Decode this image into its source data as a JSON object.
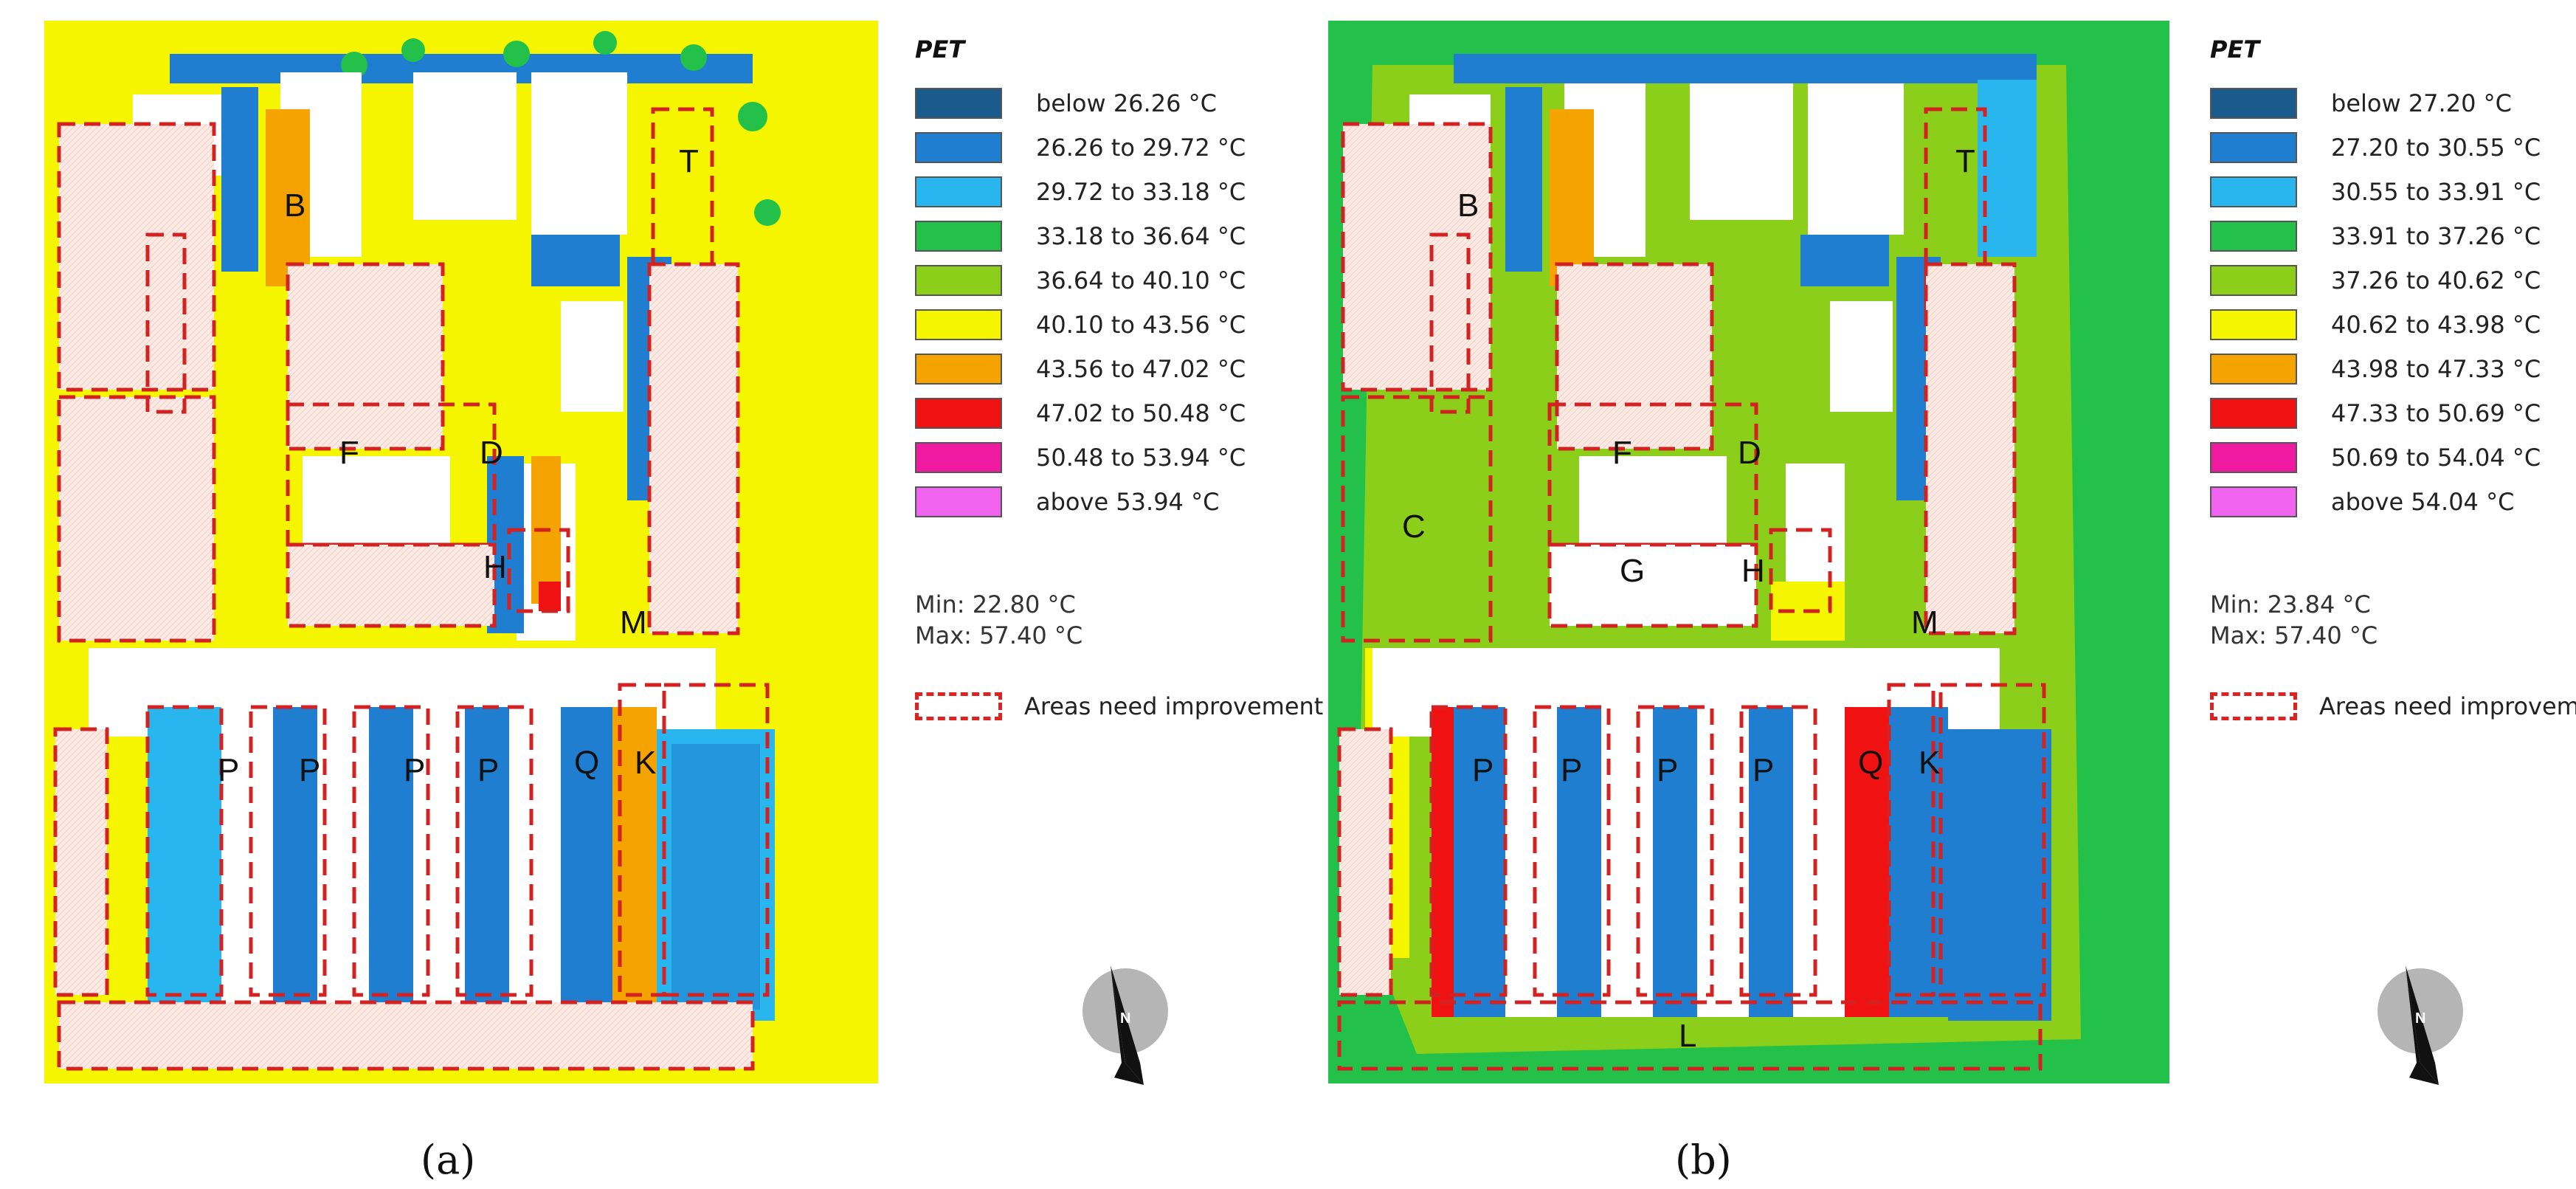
{
  "panel_a": {
    "caption": "(a)",
    "legend_title": "PET",
    "legend": [
      {
        "label": "below 26.26 °C",
        "color": "#1a5b8c"
      },
      {
        "label": "26.26 to 29.72 °C",
        "color": "#1f7ed0"
      },
      {
        "label": "29.72 to 33.18 °C",
        "color": "#29b6ee"
      },
      {
        "label": "33.18 to 36.64 °C",
        "color": "#23c04a"
      },
      {
        "label": "36.64 to 40.10 °C",
        "color": "#8ccf1a"
      },
      {
        "label": "40.10 to 43.56 °C",
        "color": "#f5f500"
      },
      {
        "label": "43.56 to 47.02 °C",
        "color": "#f5a300"
      },
      {
        "label": "47.02 to 50.48 °C",
        "color": "#f01212"
      },
      {
        "label": "50.48 to 53.94 °C",
        "color": "#f01aa0"
      },
      {
        "label": "above 53.94 °C",
        "color": "#f064f0"
      }
    ],
    "min": "Min: 22.80 °C",
    "max": "Max: 57.40 °C",
    "improvement_label": "Areas need improvement",
    "compass_label": "N",
    "zones": {
      "B": "B",
      "T": "T",
      "F": "F",
      "D": "D",
      "H": "H",
      "M": "M",
      "Q": "Q",
      "K": "K",
      "P": "P"
    }
  },
  "panel_b": {
    "caption": "(b)",
    "legend_title": "PET",
    "legend": [
      {
        "label": "below 27.20 °C",
        "color": "#1a5b8c"
      },
      {
        "label": "27.20 to 30.55 °C",
        "color": "#1f7ed0"
      },
      {
        "label": "30.55 to 33.91 °C",
        "color": "#29b6ee"
      },
      {
        "label": "33.91 to 37.26 °C",
        "color": "#23c04a"
      },
      {
        "label": "37.26 to 40.62 °C",
        "color": "#8ccf1a"
      },
      {
        "label": "40.62 to 43.98 °C",
        "color": "#f5f500"
      },
      {
        "label": "43.98 to 47.33 °C",
        "color": "#f5a300"
      },
      {
        "label": "47.33 to 50.69 °C",
        "color": "#f01212"
      },
      {
        "label": "50.69 to 54.04 °C",
        "color": "#f01aa0"
      },
      {
        "label": "above 54.04 °C",
        "color": "#f064f0"
      }
    ],
    "min": "Min: 23.84 °C",
    "max": "Max: 57.40 °C",
    "improvement_label": "Areas need improvement",
    "compass_label": "N",
    "zones": {
      "B": "B",
      "T": "T",
      "C": "C",
      "F": "F",
      "D": "D",
      "G": "G",
      "H": "H",
      "M": "M",
      "Q": "Q",
      "K": "K",
      "L": "L",
      "P": "P"
    }
  },
  "colors": {
    "background_a": "#f5f500",
    "background_b": "#23c04a",
    "building": "#ffffff",
    "improvement_fill": "#fbe9e3",
    "improvement_dash": "#d22222"
  }
}
